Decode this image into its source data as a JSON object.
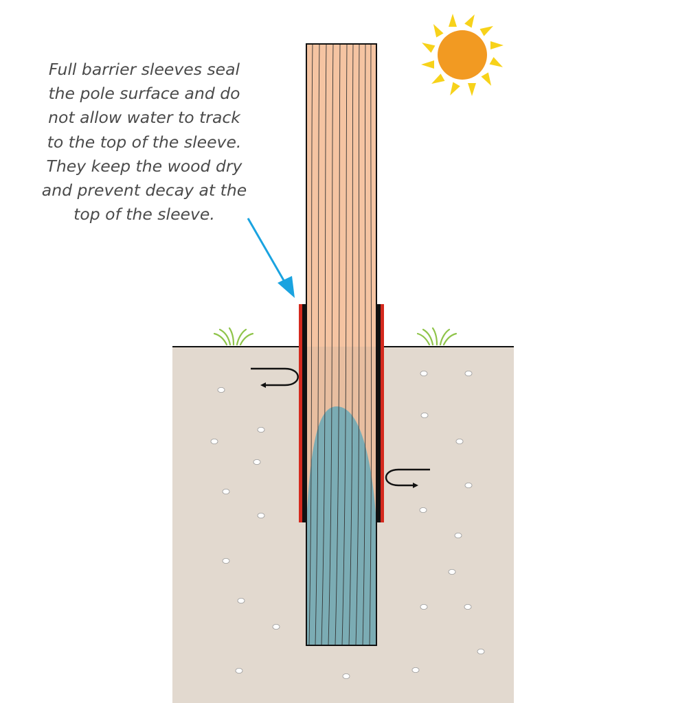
{
  "caption": {
    "lines": [
      "Full barrier sleeves seal",
      "the pole surface and do",
      "not allow water to track",
      "to the top of the sleeve.",
      "They keep the wood dry",
      "and prevent decay at the",
      "top of the sleeve."
    ]
  },
  "colors": {
    "soil": "#e2d9cf",
    "wood": "#f5c4a2",
    "wet_wood": "#6aaebb",
    "sleeve": "#d42a1e",
    "sun": "#f29a22",
    "sun_rays": "#f7d21a",
    "arrow": "#1aa3e0",
    "grass": "#8fc44a",
    "pebble": "#ffffff"
  },
  "icons": {
    "sun": "sun-icon",
    "grass": "grass-tuft-icon",
    "callout": "arrow-down-right-icon",
    "water_flow": "curved-arrow-icon"
  }
}
